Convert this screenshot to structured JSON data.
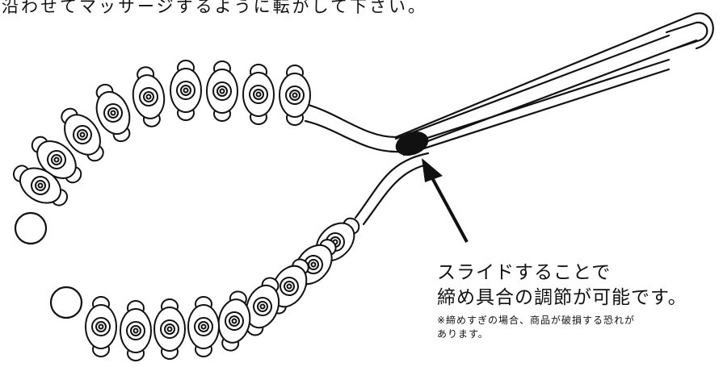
{
  "header": {
    "text": "沿わせてマッサージするように転がして下さい。"
  },
  "callout": {
    "line1": "スライドすることで",
    "line2": "締め具合の調節が可能です。",
    "note_line1": "※締めすぎの場合、商品が破損する恐れが",
    "note_line2": "あります。"
  }
}
